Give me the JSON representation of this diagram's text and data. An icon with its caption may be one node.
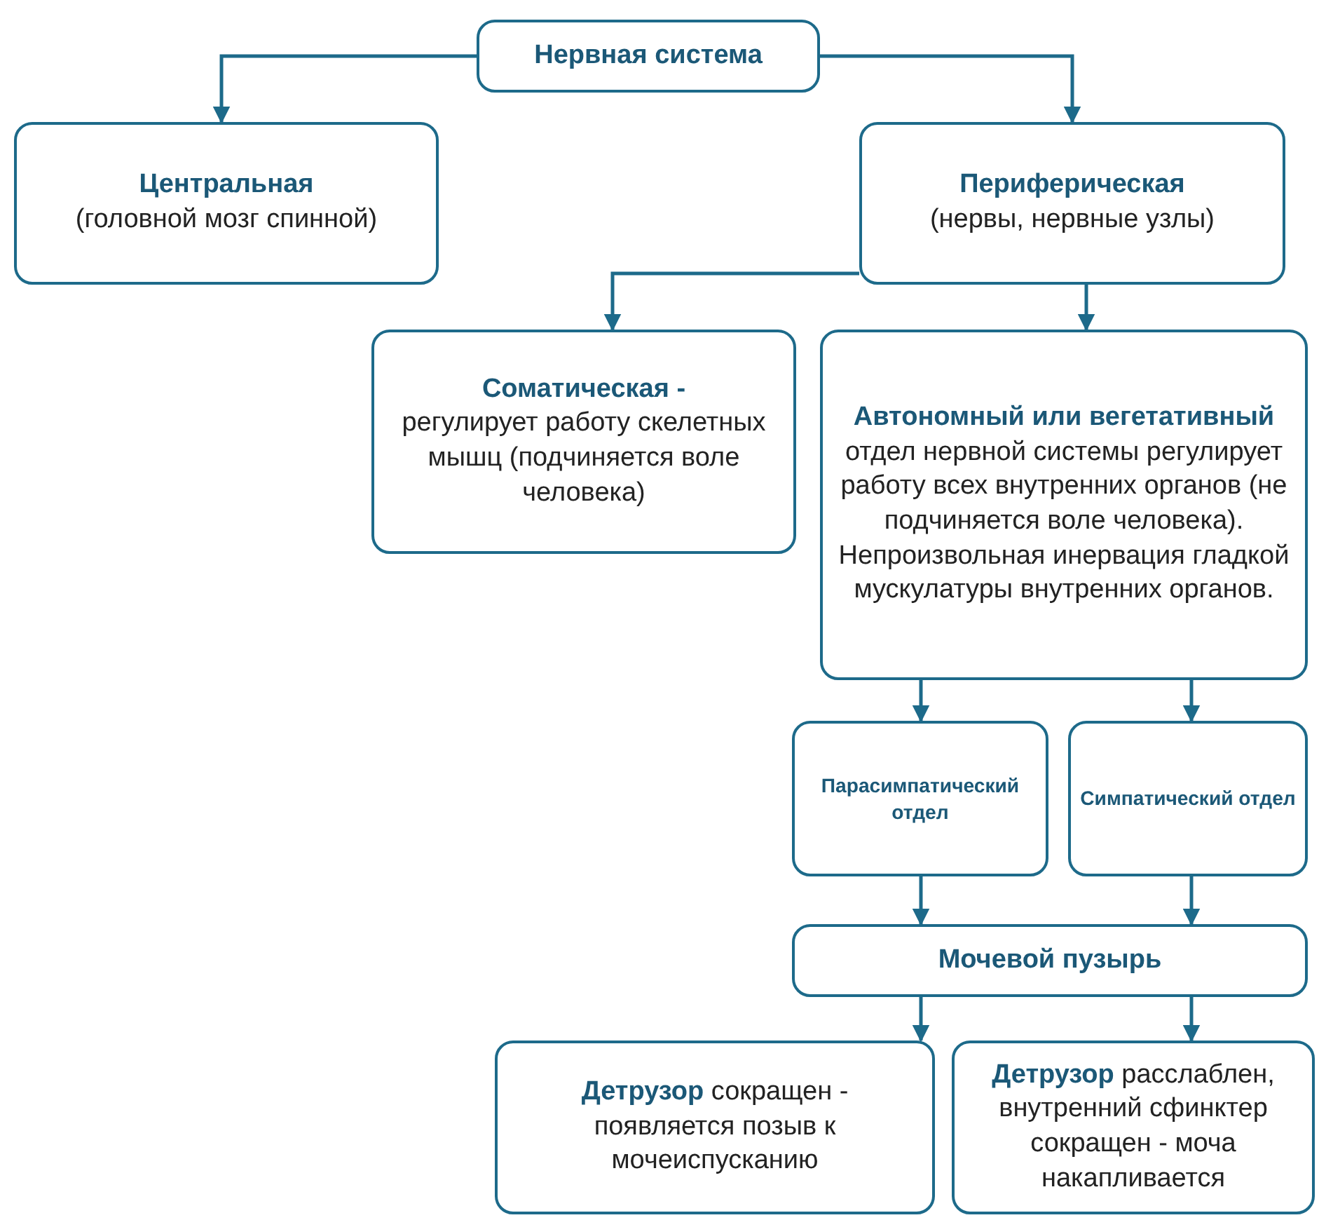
{
  "diagram": {
    "nodes": [
      {
        "text": [
          "Нервная система"
        ]
      },
      {
        "text": [
          "Центральная",
          "(головной мозг спинной)"
        ]
      },
      {
        "text": [
          "Периферическая",
          "(нервы, нервные узлы)"
        ]
      },
      {
        "text": [
          "Соматическая -",
          "регулирует работу скелетных мышц (подчиняется воле человека)"
        ]
      },
      {
        "text": [
          "**Автономный или вегетативный** отдел нервной системы регулирует работу всех внутренних органов (не подчиняется воле человека). Непроизвольная инервация гладкой мускулатуры внутренних органов."
        ]
      },
      {
        "text": [
          "Парасимпатический отдел"
        ]
      },
      {
        "text": [
          "Симпатический отдел"
        ]
      },
      {
        "text": [
          "Мочевой пузырь"
        ]
      },
      {
        "text": [
          "**Детрузор** сокращен - появляется позыв к мочеиспусканию"
        ]
      },
      {
        "text": [
          "**Детрузор** расслаблен, внутренний сфинктер сокращен - моча накапливается"
        ]
      }
    ],
    "edges": [
      {
        "from": 0,
        "to": 1,
        "arrow": "to"
      },
      {
        "from": 0,
        "to": 2,
        "arrow": "to"
      },
      {
        "from": 2,
        "to": 3,
        "arrow": "to"
      },
      {
        "from": 2,
        "to": 4,
        "arrow": "to"
      },
      {
        "from": 4,
        "to": 5,
        "arrow": "to"
      },
      {
        "from": 4,
        "to": 6,
        "arrow": "to"
      },
      {
        "from": 5,
        "to": 7,
        "arrow": "to"
      },
      {
        "from": 6,
        "to": 7,
        "arrow": "to"
      },
      {
        "from": 7,
        "to": 8,
        "arrow": "to"
      },
      {
        "from": 7,
        "to": 9,
        "arrow": "to"
      }
    ]
  }
}
